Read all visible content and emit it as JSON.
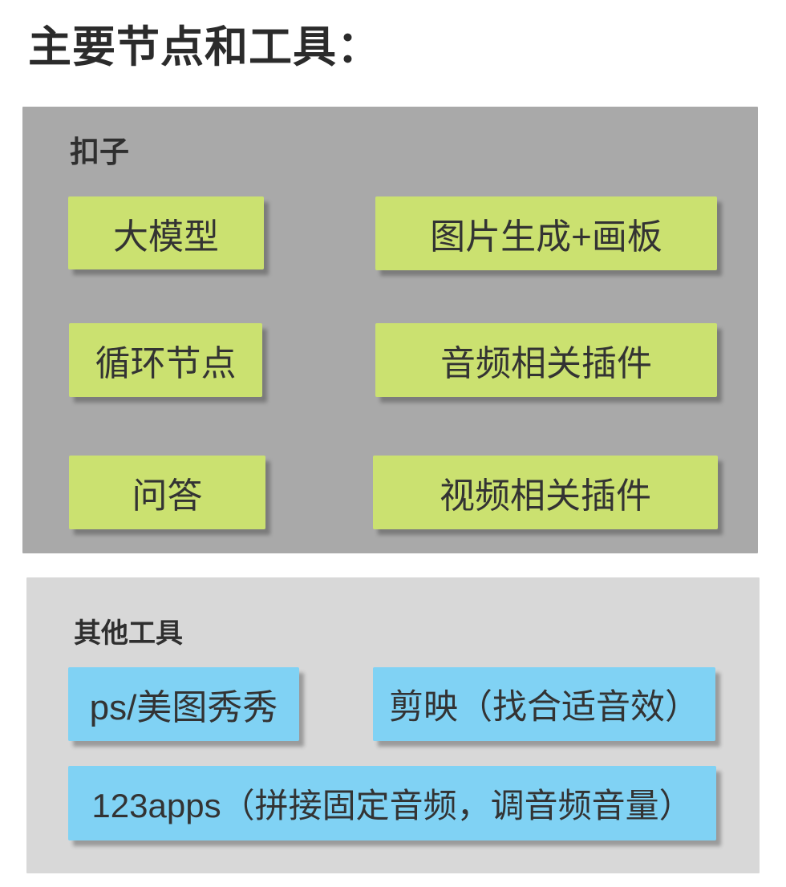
{
  "title": "主要节点和工具：",
  "coze_section": {
    "label": "扣子",
    "boxes": [
      {
        "name": "llm-node",
        "label": "大模型"
      },
      {
        "name": "image-gen-canvas-node",
        "label": "图片生成+画板"
      },
      {
        "name": "loop-node",
        "label": "循环节点"
      },
      {
        "name": "audio-plugins-node",
        "label": "音频相关插件"
      },
      {
        "name": "qa-node",
        "label": "问答"
      },
      {
        "name": "video-plugins-node",
        "label": "视频相关插件"
      }
    ]
  },
  "other_tools_section": {
    "label": "其他工具",
    "boxes": [
      {
        "name": "ps-meitu-tool",
        "label": "ps/美图秀秀"
      },
      {
        "name": "jianying-tool",
        "label": "剪映（找合适音效）"
      },
      {
        "name": "123apps-tool",
        "label": "123apps（拼接固定音频，调音频音量）"
      }
    ]
  },
  "colors": {
    "title_text": "#2b2b2b",
    "label_text": "#2f2f2f",
    "box_text": "#333333",
    "coze_panel_bg": "#a9a9a9",
    "other_panel_bg": "#d8d8d8",
    "node_box_bg": "#cbe170",
    "tool_box_bg": "#80d2f4"
  }
}
